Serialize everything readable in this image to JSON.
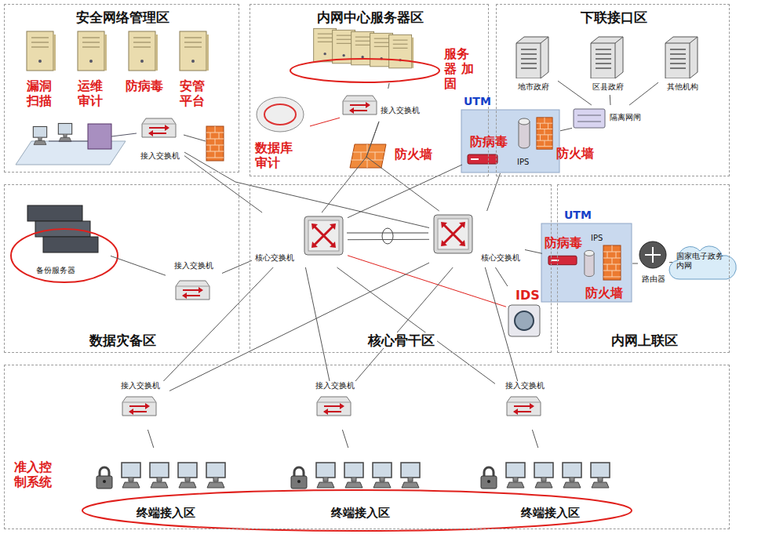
{
  "diagram": {
    "nodes": [
      {
        "text": [
          "安全网络管理区"
        ]
      },
      {
        "text": [
          "漏洞 扫描"
        ],
        "in": 0
      },
      {
        "text": [
          "运维 审计"
        ],
        "in": 0
      },
      {
        "text": [
          "防病毒"
        ],
        "in": 0
      },
      {
        "text": [
          "安管 平台"
        ],
        "in": 0
      },
      {
        "text": [
          "接入交换机"
        ],
        "in": 0
      },
      {
        "text": [
          "内网中心服务器区"
        ]
      },
      {
        "text": [
          "服务器 加固"
        ],
        "in": 6
      },
      {
        "text": [
          "接入交换机"
        ],
        "in": 6
      },
      {
        "text": [
          "数据库 审计"
        ],
        "in": 6
      },
      {
        "text": [
          "防火墙"
        ],
        "in": 6
      },
      {
        "text": [
          "下联接口区"
        ]
      },
      {
        "text": [
          "地市政府"
        ],
        "in": 11
      },
      {
        "text": [
          "区县政府"
        ],
        "in": 11
      },
      {
        "text": [
          "其他机构"
        ],
        "in": 11
      },
      {
        "text": [
          "隔离网闸"
        ],
        "in": 11
      },
      {
        "text": [
          "UTM",
          "防病毒",
          "IPS",
          "防火墙"
        ],
        "in": 11
      },
      {
        "text": [
          "数据灾备区"
        ]
      },
      {
        "text": [
          "备份服务器"
        ],
        "in": 17
      },
      {
        "text": [
          "接入交换机"
        ],
        "in": 17
      },
      {
        "text": [
          "核心骨干区"
        ]
      },
      {
        "text": [
          "核心交换机"
        ],
        "in": 20
      },
      {
        "text": [
          "核心交换机"
        ],
        "in": 20
      },
      {
        "text": [
          "IDS"
        ],
        "in": 20
      },
      {
        "text": [
          "内网上联区"
        ]
      },
      {
        "text": [
          "UTM",
          "防病毒",
          "IPS",
          "防火墙"
        ],
        "in": 24
      },
      {
        "text": [
          "路由器"
        ],
        "in": 24
      },
      {
        "text": [
          "国家电子政务 内网"
        ],
        "in": 24
      },
      {
        "text": [
          "准入控制系统"
        ]
      },
      {
        "text": [
          "接入交换机"
        ],
        "in": 28
      },
      {
        "text": [
          "接入交换机"
        ],
        "in": 28
      },
      {
        "text": [
          "接入交换机"
        ],
        "in": 28
      },
      {
        "text": [
          "终端接入区"
        ],
        "in": 28
      },
      {
        "text": [
          "终端接入区"
        ],
        "in": 28
      },
      {
        "text": [
          "终端接入区"
        ],
        "in": 28
      }
    ],
    "edges": [
      {
        "from": 21,
        "to": 22,
        "arrow": "none"
      },
      {
        "from": 5,
        "to": 21,
        "arrow": "none"
      },
      {
        "from": 5,
        "to": 22,
        "arrow": "none"
      },
      {
        "from": 7,
        "to": 8,
        "arrow": "none"
      },
      {
        "from": 8,
        "to": 21,
        "arrow": "none"
      },
      {
        "from": 8,
        "to": 22,
        "arrow": "none"
      },
      {
        "from": 9,
        "to": 8,
        "arrow": "none"
      },
      {
        "from": 12,
        "to": 15,
        "arrow": "none"
      },
      {
        "from": 13,
        "to": 15,
        "arrow": "none"
      },
      {
        "from": 14,
        "to": 15,
        "arrow": "none"
      },
      {
        "from": 15,
        "to": 16,
        "arrow": "none"
      },
      {
        "from": 16,
        "to": 21,
        "arrow": "none"
      },
      {
        "from": 16,
        "to": 22,
        "arrow": "none"
      },
      {
        "from": 18,
        "to": 19,
        "arrow": "none"
      },
      {
        "from": 19,
        "to": 21,
        "arrow": "none"
      },
      {
        "from": 21,
        "to": 23,
        "arrow": "none"
      },
      {
        "from": 22,
        "to": 23,
        "arrow": "none"
      },
      {
        "from": 22,
        "to": 25,
        "arrow": "none"
      },
      {
        "from": 25,
        "to": 26,
        "arrow": "none"
      },
      {
        "from": 26,
        "to": 27,
        "arrow": "none"
      },
      {
        "from": 29,
        "to": 21,
        "arrow": "none"
      },
      {
        "from": 29,
        "to": 22,
        "arrow": "none"
      },
      {
        "from": 30,
        "to": 21,
        "arrow": "none"
      },
      {
        "from": 30,
        "to": 22,
        "arrow": "none"
      },
      {
        "from": 31,
        "to": 21,
        "arrow": "none"
      },
      {
        "from": 31,
        "to": 22,
        "arrow": "none"
      },
      {
        "from": 29,
        "to": 32,
        "arrow": "none"
      },
      {
        "from": 30,
        "to": 33,
        "arrow": "none"
      },
      {
        "from": 31,
        "to": 34,
        "arrow": "none"
      }
    ]
  }
}
